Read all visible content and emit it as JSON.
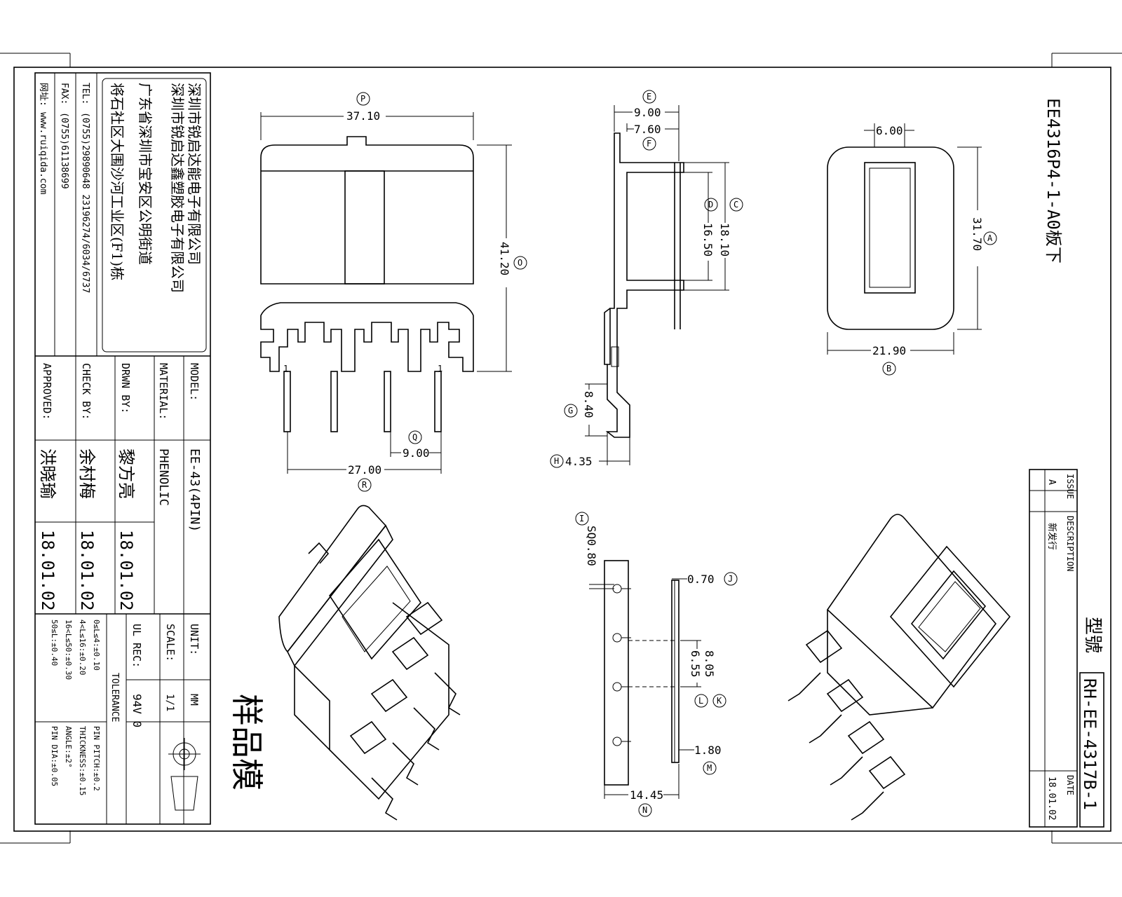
{
  "company": {
    "line1": "深圳市锐启达能电子有限公司",
    "line2": "深圳市锐启达鑫塑胶电子有限公司",
    "line3": "广东省深圳市宝安区公明街道",
    "line4": "将石社区大围沙河工业区(F1)栋"
  },
  "contact": {
    "tel_label": "TEL:",
    "tel_value": "(0755)29890648  23196274/6034/6737",
    "fax_label": "FAX:",
    "fax_value": "(0755)61138699",
    "web_label": "网址:",
    "web_value": "www.ruiqida.com"
  },
  "info": {
    "model_label": "MODEL:",
    "model_value": "EE-43(4PIN)",
    "material_label": "MATERIAL:",
    "material_value": "PHENOLIC",
    "drwn_label": "DRWN BY:",
    "drwn_name": "黎方亮",
    "drwn_date": "18.01.02",
    "check_label": "CHECK BY:",
    "check_name": "余村梅",
    "check_date": "18.01.02",
    "approved_label": "APPROVED:",
    "approved_name": "洪晓瑜",
    "approved_date": "18.01.02",
    "unit_label": "UNIT:",
    "unit_value": "MM",
    "scale_label": "SCALE:",
    "scale_value": "1/1",
    "ul_label": "UL REC:",
    "ul_value": "94V 0",
    "tolerance_label": "TOLERANCE",
    "tol": [
      "0≤L≤4:±0.10",
      "4<L≤16:±0.20",
      "16<L≤50:±0.30",
      "50≤L:±0.40"
    ],
    "tol2": [
      "PIN PITCH:±0.2",
      "THICKNESS:±0.15",
      "ANGLE:±2°",
      "PIN DIA:±0.05"
    ]
  },
  "title": {
    "part_name": "EE4316P4-1-A0板下",
    "model_label": "型號",
    "model_no": "RH-EE-4317B-1",
    "stamp": "样品模"
  },
  "issue": {
    "issue_label": "ISSUE",
    "desc_label": "DESCRIPTION",
    "date_label": "DATE",
    "rev": "A",
    "desc": "新发行",
    "date": "18.01.02"
  },
  "dims": {
    "P": "37.10",
    "O": "41.20",
    "Q": "9.00",
    "R": "27.00",
    "E": "9.00",
    "F": "7.60",
    "C": "18.10",
    "D": "16.50",
    "G": "8.40",
    "H": "4.35",
    "A": "31.70",
    "B": "21.90",
    "S": "6.00",
    "I": "SQ0.80",
    "J": "0.70",
    "K": "8.05",
    "L": "6.55",
    "M": "1.80",
    "N": "14.45"
  },
  "markers": {
    "P": "P",
    "O": "O",
    "Q": "Q",
    "R": "R",
    "E": "E",
    "F": "F",
    "C": "C",
    "D": "D",
    "G": "G",
    "H": "H",
    "A": "A",
    "B": "B",
    "I": "I",
    "J": "J",
    "K": "K",
    "L": "L",
    "M": "M",
    "N": "N",
    "pin1a": "1",
    "pin1b": "1"
  }
}
